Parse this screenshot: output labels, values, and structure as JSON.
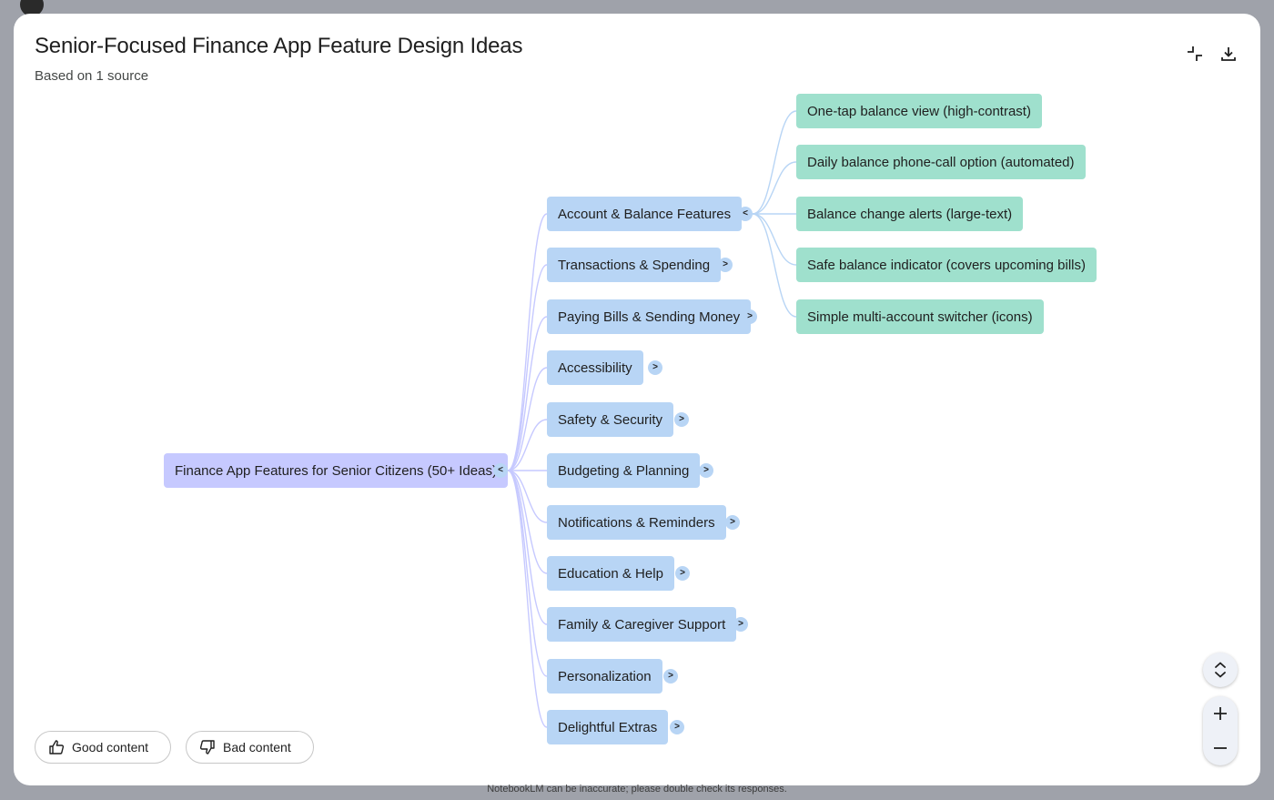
{
  "header": {
    "title": "Senior-Focused Finance App Feature Design Ideas",
    "subtitle": "Based on 1 source",
    "collapse_icon": "collapse-icon",
    "download_icon": "download-icon"
  },
  "mindmap": {
    "root": {
      "label": "Finance App Features for Senior Citizens (50+ Ideas)",
      "toggle": "<"
    },
    "branches": [
      {
        "label": "Account & Balance Features",
        "toggle": "<"
      },
      {
        "label": "Transactions & Spending",
        "toggle": ">"
      },
      {
        "label": "Paying Bills & Sending Money",
        "toggle": ">"
      },
      {
        "label": "Accessibility",
        "toggle": ">"
      },
      {
        "label": "Safety & Security",
        "toggle": ">"
      },
      {
        "label": "Budgeting & Planning",
        "toggle": ">"
      },
      {
        "label": "Notifications & Reminders",
        "toggle": ">"
      },
      {
        "label": "Education & Help",
        "toggle": ">"
      },
      {
        "label": "Family & Caregiver Support",
        "toggle": ">"
      },
      {
        "label": "Personalization",
        "toggle": ">"
      },
      {
        "label": "Delightful Extras",
        "toggle": ">"
      }
    ],
    "leaves": [
      {
        "label": "One-tap balance view (high-contrast)"
      },
      {
        "label": "Daily balance phone-call option (automated)"
      },
      {
        "label": "Balance change alerts (large-text)"
      },
      {
        "label": "Safe balance indicator (covers upcoming bills)"
      },
      {
        "label": "Simple multi-account switcher (icons)"
      }
    ],
    "colors": {
      "root": "#c6c9ff",
      "branch": "#b8d5f5",
      "leaf": "#9fe0cd",
      "connector_root": "#c6c9ff",
      "connector_branch": "#b8d5f5"
    }
  },
  "feedback": {
    "good_label": "Good content",
    "bad_label": "Bad content"
  },
  "controls": {
    "fit_icon": "unfold-icon",
    "zoom_in_icon": "plus-icon",
    "zoom_out_icon": "minus-icon"
  },
  "footer": {
    "disclaimer": "NotebookLM can be inaccurate; please double check its responses."
  }
}
